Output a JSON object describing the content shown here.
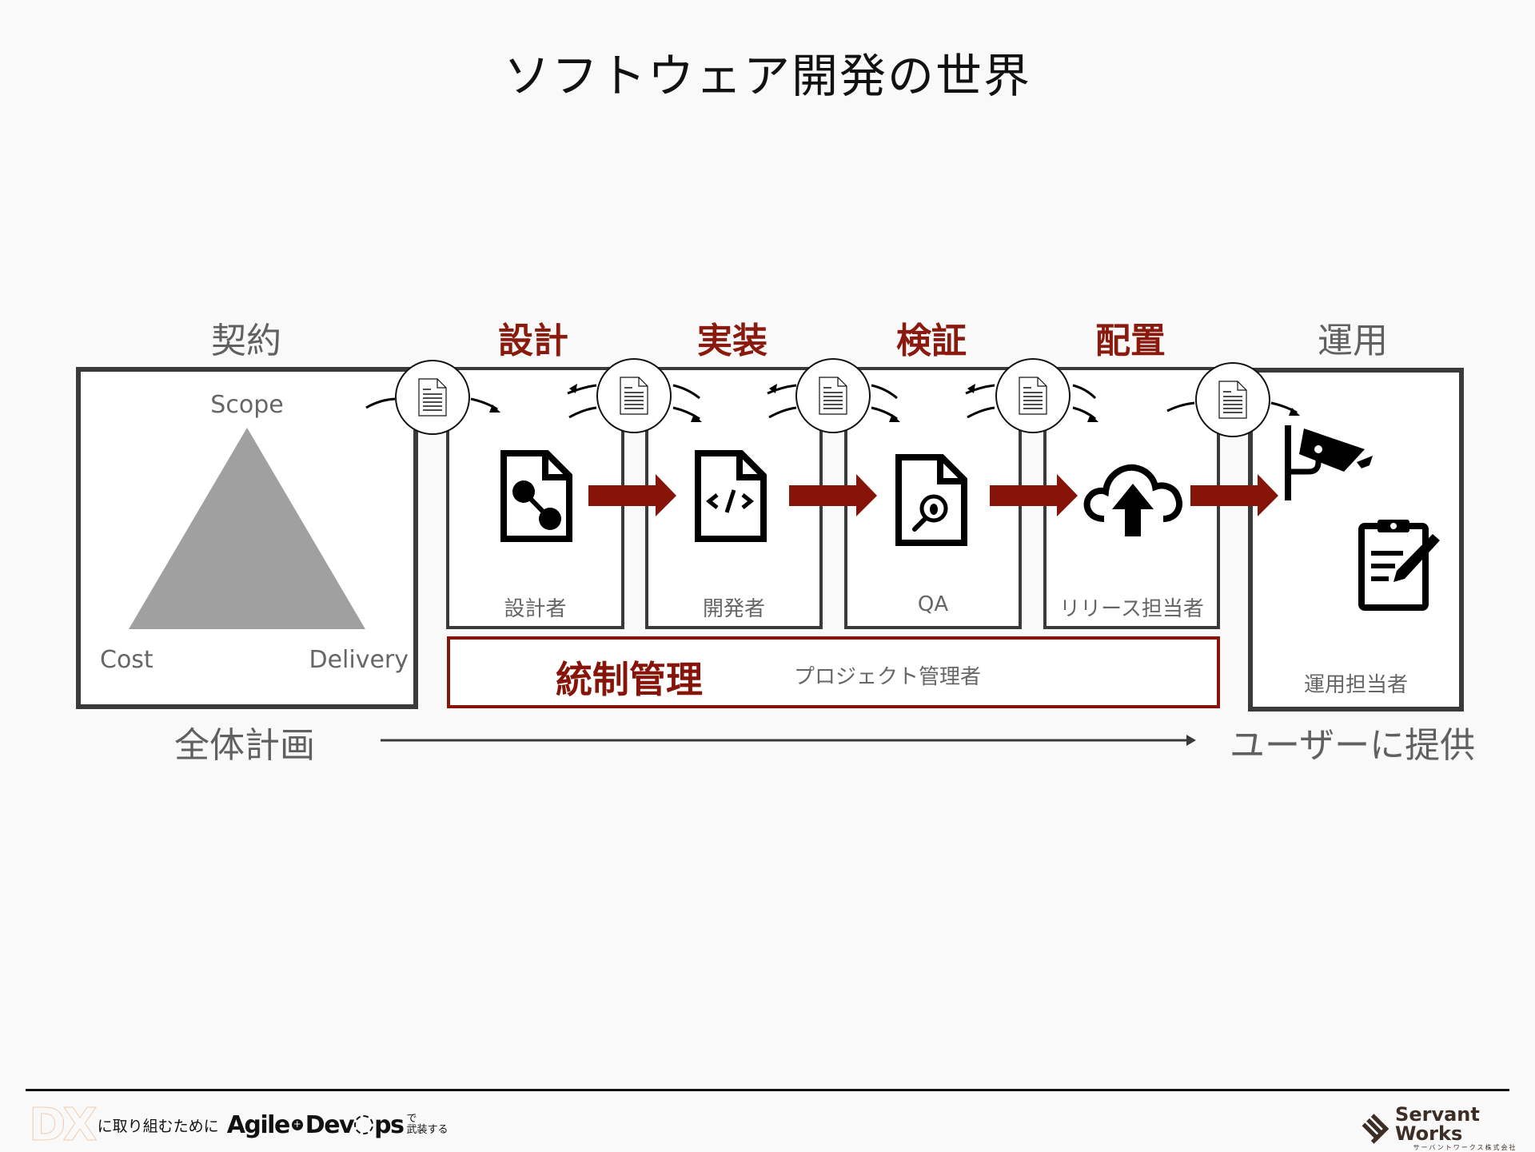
{
  "title": "ソフトウェア開発の世界",
  "contract": {
    "heading": "契約",
    "triangle": {
      "top": "Scope",
      "left": "Cost",
      "right": "Delivery"
    },
    "footer_label": "全体計画"
  },
  "stages": [
    {
      "heading": "設計",
      "icon": "design-document-icon",
      "role": "設計者"
    },
    {
      "heading": "実装",
      "icon": "code-document-icon",
      "role": "開発者"
    },
    {
      "heading": "検証",
      "icon": "bug-search-document-icon",
      "role": "QA"
    },
    {
      "heading": "配置",
      "icon": "cloud-upload-icon",
      "role": "リリース担当者"
    }
  ],
  "operations": {
    "heading": "運用",
    "icons": [
      "security-camera-icon",
      "clipboard-edit-icon"
    ],
    "role": "運用担当者",
    "footer_label": "ユーザーに提供"
  },
  "governance": {
    "title": "統制管理",
    "role": "プロジェクト管理者"
  },
  "handoff_icon": "document-icon",
  "colors": {
    "accent": "#861408",
    "border": "#3a3a3a",
    "triangle": "#a0a0a0",
    "background": "#f9f9f9"
  },
  "footer": {
    "logo_text": "DX",
    "tagline_pre": "に取り組むために",
    "brand_agile": "Agile",
    "brand_plus": "+",
    "brand_dev": "Dev",
    "brand_ops": "ps",
    "tagline_top": "で",
    "tagline_bottom": "武装する",
    "company_name": "Servant Works",
    "company_sub": "サーバントワークス株式会社"
  }
}
